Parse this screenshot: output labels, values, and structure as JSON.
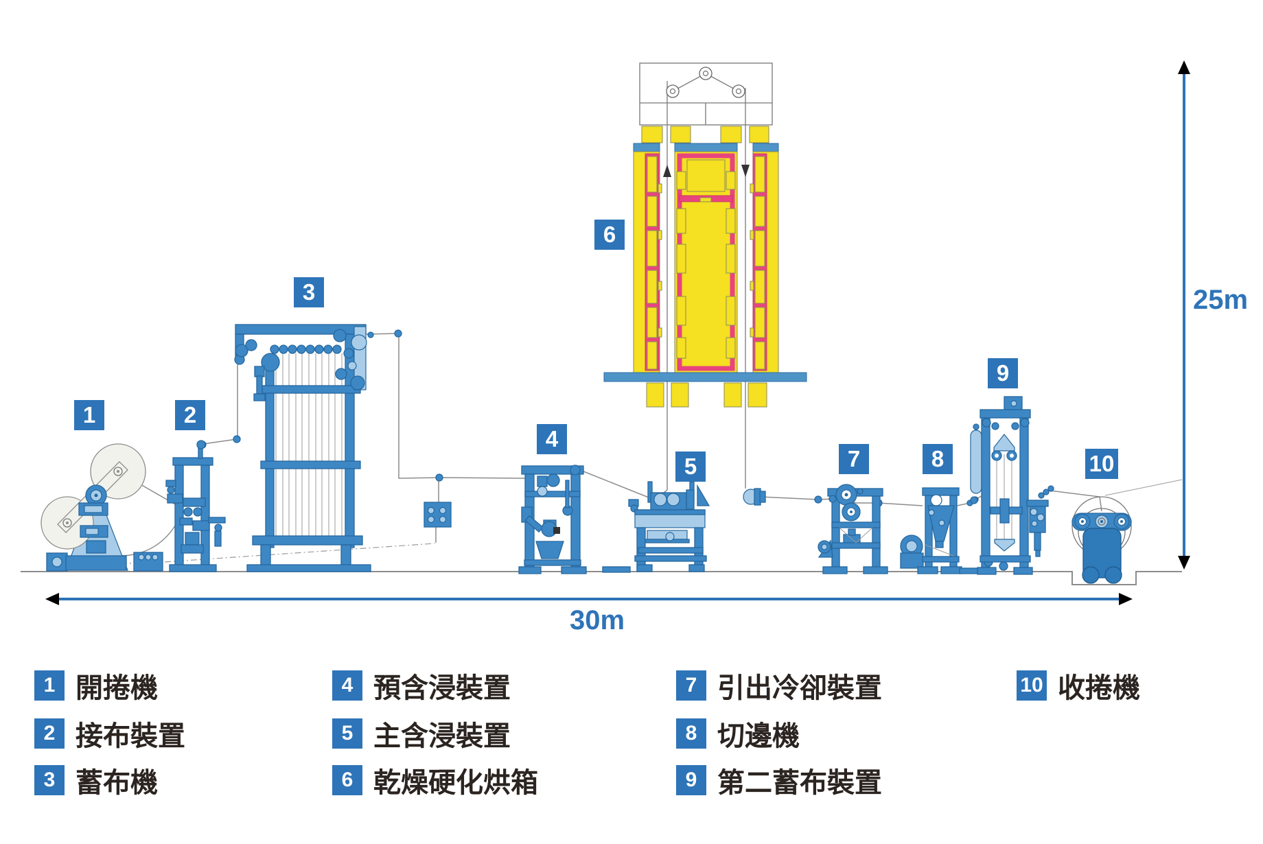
{
  "diagram": {
    "machine_badges": [
      "1",
      "2",
      "3",
      "4",
      "5",
      "6",
      "7",
      "8",
      "9",
      "10"
    ],
    "dimensions": {
      "height": "25m",
      "width": "30m"
    },
    "colors": {
      "accent_blue": "#2e74b8",
      "machine_blue": "#3d87c5",
      "machine_blue_light": "#a9cde9",
      "oven_yellow": "#f5e021",
      "oven_magenta": "#e8457f",
      "oven_cap_blue": "#4f94c7",
      "wire_gray": "#8c8c8c"
    }
  },
  "legend": {
    "items": [
      {
        "number": "1",
        "label": "開捲機"
      },
      {
        "number": "2",
        "label": "接布裝置"
      },
      {
        "number": "3",
        "label": "蓄布機"
      },
      {
        "number": "4",
        "label": "預含浸裝置"
      },
      {
        "number": "5",
        "label": "主含浸裝置"
      },
      {
        "number": "6",
        "label": "乾燥硬化烘箱"
      },
      {
        "number": "7",
        "label": "引出冷卻裝置"
      },
      {
        "number": "8",
        "label": "切邊機"
      },
      {
        "number": "9",
        "label": "第二蓄布裝置"
      },
      {
        "number": "10",
        "label": "收捲機"
      }
    ]
  }
}
